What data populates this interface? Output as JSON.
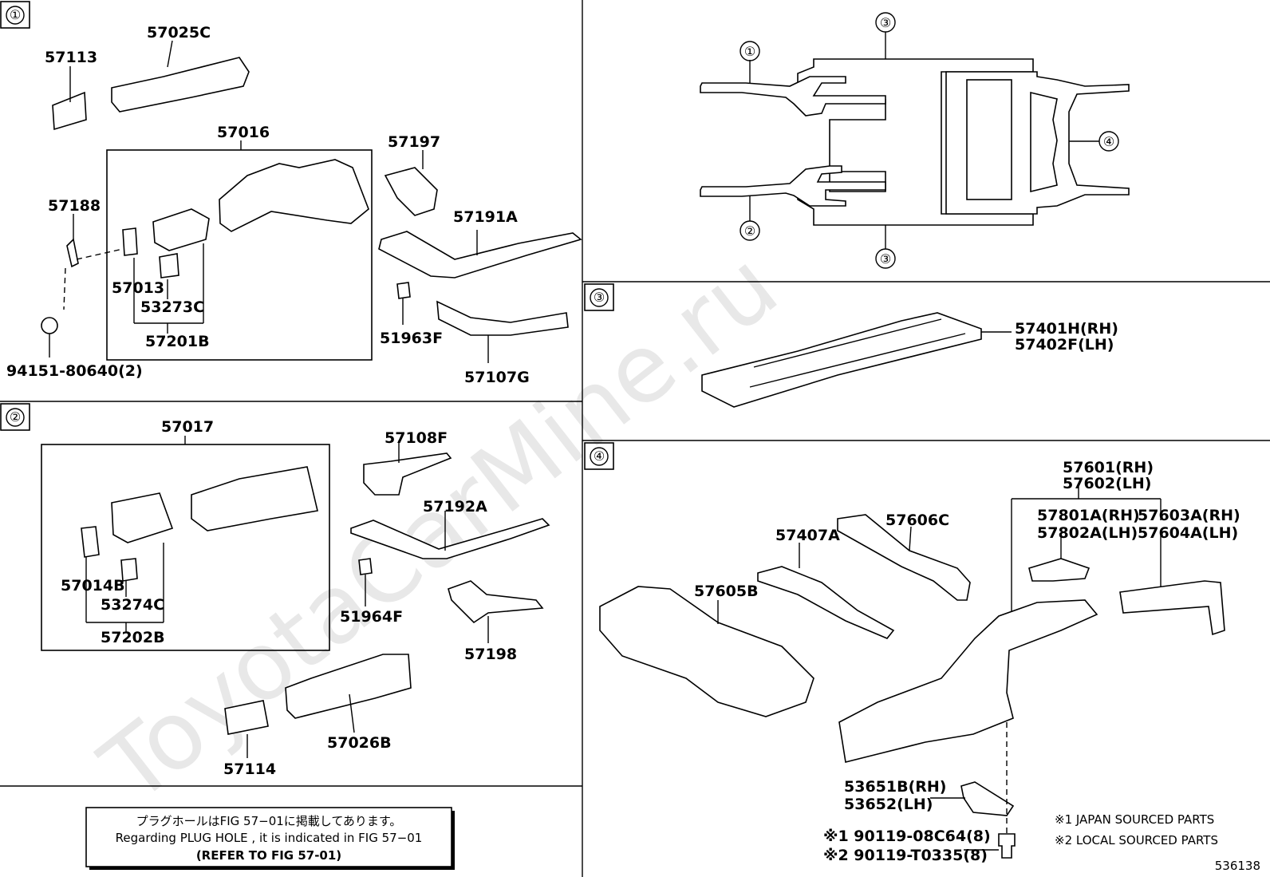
{
  "sections": {
    "s1": "①",
    "s2": "②",
    "s3": "③",
    "s4": "④"
  },
  "overview": {
    "c1": "①",
    "c2": "②",
    "c3_top": "③",
    "c3_bottom": "③",
    "c4": "④"
  },
  "labels": {
    "p57113": "57113",
    "p57025C": "57025C",
    "p57016": "57016",
    "p57197": "57197",
    "p57188": "57188",
    "p57191A": "57191A",
    "p57013": "57013",
    "p53273C": "53273C",
    "p57201B": "57201B",
    "p51963F": "51963F",
    "p94151": "94151-80640(2)",
    "p57107G": "57107G",
    "p57017": "57017",
    "p57108F": "57108F",
    "p57192A": "57192A",
    "p57014B": "57014B",
    "p53274C": "53274C",
    "p57202B": "57202B",
    "p51964F": "51964F",
    "p57198": "57198",
    "p57114": "57114",
    "p57026B": "57026B",
    "p57401H": "57401H(RH)",
    "p57402F": "57402F(LH)",
    "p57601": "57601(RH)",
    "p57602": "57602(LH)",
    "p57606C": "57606C",
    "p57407A": "57407A",
    "p57801A": "57801A(RH)",
    "p57802A": "57802A(LH)",
    "p57603A": "57603A(RH)",
    "p57604A": "57604A(LH)",
    "p57605B": "57605B",
    "p53651B": "53651B(RH)",
    "p53652": "53652(LH)",
    "p90119a": "※1 90119-08C64(8)",
    "p90119b": "※2 90119-T0335(8)"
  },
  "notes": {
    "japan": "※1 JAPAN SOURCED PARTS",
    "local": "※2 LOCAL SOURCED PARTS",
    "plug_jp": "プラグホールはFIG 57−01に掲載してあります。",
    "plug_en": "Regarding PLUG HOLE , it is indicated in FIG 57−01",
    "refer": "(REFER TO FIG 57-01)",
    "figure_id": "536138"
  },
  "watermark": "ToyotaCarMine.ru"
}
